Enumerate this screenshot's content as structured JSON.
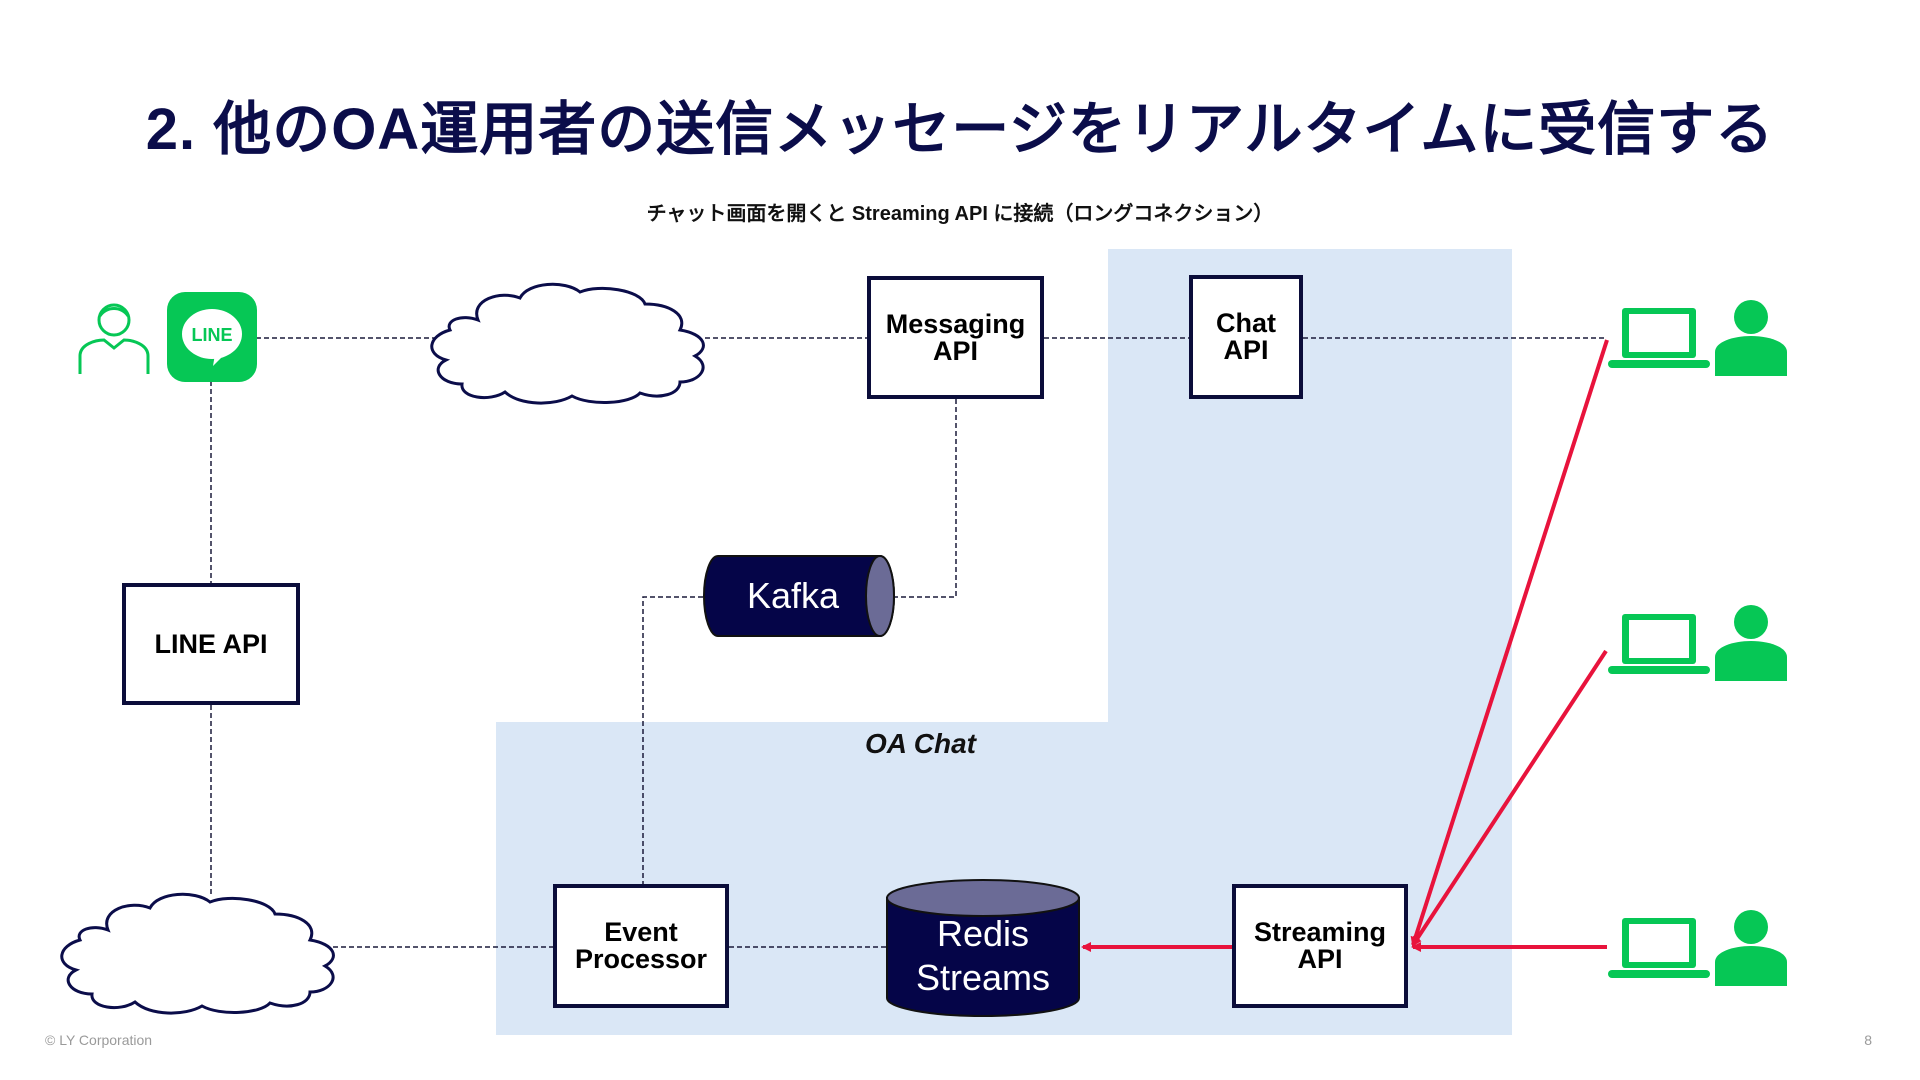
{
  "slide": {
    "title": "2. 他のOA運用者の送信メッセージをリアルタイムに受信する",
    "subtitle": "チャット画面を開くと Streaming API に接続（ロングコネクション）",
    "footer_copyright": "© LY Corporation",
    "page_number": "8"
  },
  "region": {
    "label": "OA Chat",
    "color": "#dae7f6"
  },
  "nodes": {
    "messaging_api": {
      "line1": "Messaging",
      "line2": "API"
    },
    "chat_api": {
      "label": "Chat API"
    },
    "line_api": {
      "label": "LINE API"
    },
    "event_processor": {
      "line1": "Event",
      "line2": "Processor"
    },
    "streaming_api": {
      "line1": "Streaming",
      "line2": "API"
    },
    "kafka": {
      "label": "Kafka"
    },
    "redis": {
      "line1": "Redis",
      "line2": "Streams"
    },
    "line_app_icon": {
      "label": "LINE"
    }
  },
  "colors": {
    "navy": "#0b0d4a",
    "line_green": "#06c755",
    "arrow_red": "#e8133c",
    "cylinder_top": "#6b6b96"
  }
}
